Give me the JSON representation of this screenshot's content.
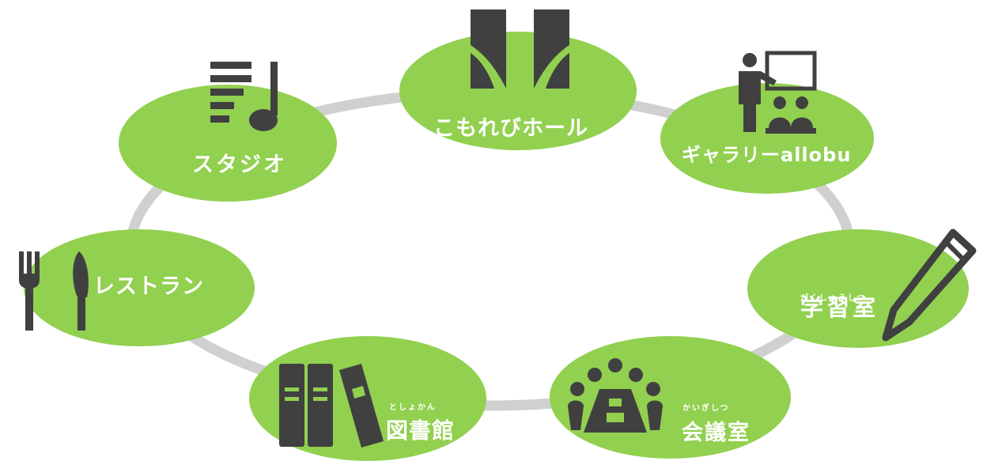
{
  "colors": {
    "bubble": "#92d050",
    "ring": "#d0d0d0",
    "icon": "#404040",
    "text": "#ffffff"
  },
  "nodes": {
    "hall": {
      "label": "こもれびホール",
      "icon": "curtain-icon"
    },
    "gallery": {
      "label": "ギャラリーallobu",
      "icon": "presenter-icon"
    },
    "study": {
      "label": "学習室",
      "ruby": "がくしゅうしつ",
      "icon": "pencil-icon"
    },
    "meeting": {
      "label": "会議室",
      "ruby": "かいぎしつ",
      "icon": "meeting-table-icon"
    },
    "library": {
      "label": "図書館",
      "ruby": "としょかん",
      "icon": "books-icon"
    },
    "restaurant": {
      "label": "レストラン",
      "icon": "fork-knife-icon"
    },
    "studio": {
      "label": "スタジオ",
      "icon": "music-note-icon"
    }
  }
}
